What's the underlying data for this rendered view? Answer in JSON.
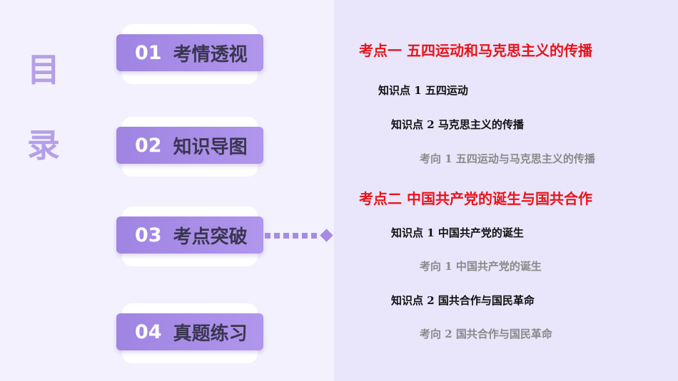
{
  "title": [
    "目",
    "录"
  ],
  "menu": [
    {
      "num": "01",
      "label": "考情透视"
    },
    {
      "num": "02",
      "label": "知识导图"
    },
    {
      "num": "03",
      "label": "考点突破"
    },
    {
      "num": "04",
      "label": "真题练习"
    }
  ],
  "content": [
    {
      "type": "heading",
      "text": "考点一  五四运动和马克思主义的传播"
    },
    {
      "type": "point",
      "text": "知识点 1   五四运动"
    },
    {
      "type": "point",
      "text": "知识点 2   马克思主义的传播"
    },
    {
      "type": "direction",
      "text": "考向 1   五四运动与马克思主义的传播"
    },
    {
      "type": "heading",
      "text": "考点二  中国共产党的诞生与国共合作"
    },
    {
      "type": "point",
      "text": "知识点 1    中国共产党的诞生"
    },
    {
      "type": "direction",
      "text": "考向 1    中国共产党的诞生"
    },
    {
      "type": "point",
      "text": "知识点 2   国共合作与国民革命"
    },
    {
      "type": "direction",
      "text": "考向 2   国共合作与国民革命"
    }
  ]
}
